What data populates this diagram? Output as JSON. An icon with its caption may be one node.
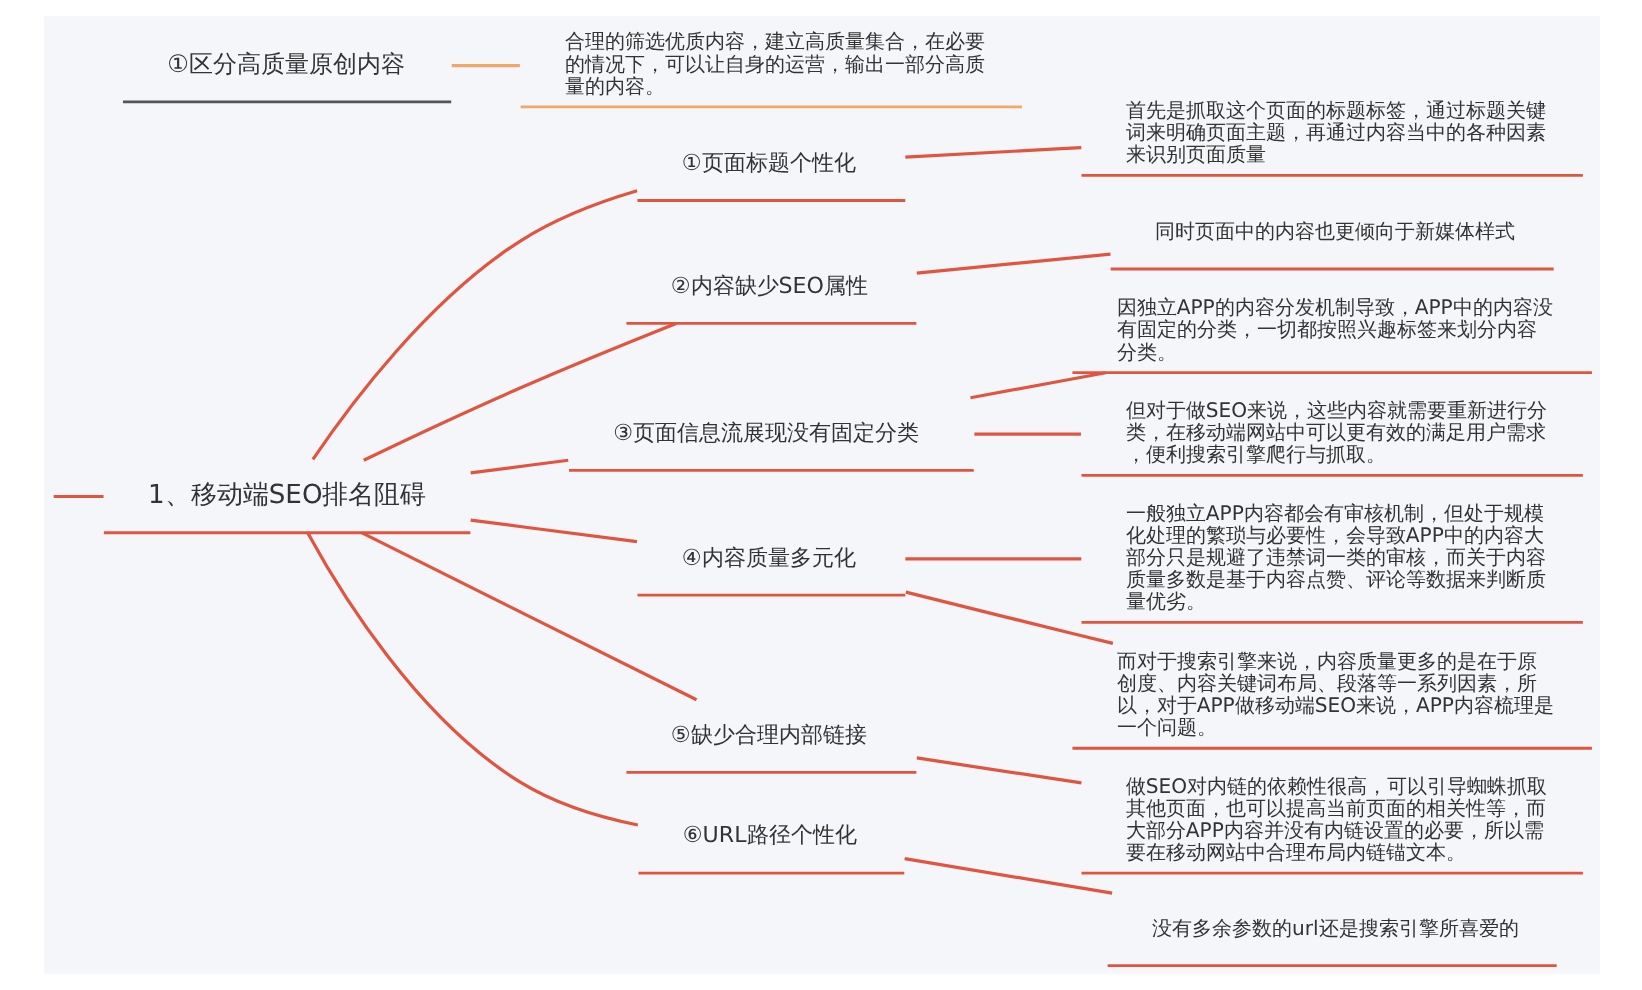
{
  "diagram": {
    "nodes": [
      {
        "text": [
          "1、移动端SEO排名阻碍"
        ]
      },
      {
        "text": [
          "①页面标题个性化"
        ]
      },
      {
        "text": [
          "首先是抓取这个页面的标题标签，通过标题关键词来明确页面主题，再通过内容当中的各种因素来识别页面质量"
        ]
      },
      {
        "text": [
          "②内容缺少SEO属性"
        ]
      },
      {
        "text": [
          "同时页面中的内容也更倾向于新媒体样式"
        ]
      },
      {
        "text": [
          "③页面信息流展现没有固定分类"
        ]
      },
      {
        "text": [
          "因独立APP的内容分发机制导致，APP中的内容没有固定的分类，一切都按照兴趣标签来划分内容分类。"
        ]
      },
      {
        "text": [
          "但对于做SEO来说，这些内容就需要重新进行分类，在移动端网站中可以更有效的满足用户需求，便利搜索引擎爬行与抓取。"
        ]
      },
      {
        "text": [
          "④内容质量多元化"
        ]
      },
      {
        "text": [
          "一般独立APP内容都会有审核机制，但处于规模化处理的繁琐与必要性，会导致APP中的内容大部分只是规避了违禁词一类的审核，而关于内容质量多数是基于内容点赞、评论等数据来判断质量优劣。"
        ]
      },
      {
        "text": [
          "而对于搜索引擎来说，内容质量更多的是在于原创度、内容关键词布局、段落等一系列因素，所以，对于APP做移动端SEO来说，APP内容梳理是一个问题。"
        ]
      },
      {
        "text": [
          "⑤缺少合理内部链接"
        ]
      },
      {
        "text": [
          "做SEO对内链的依赖性很高，可以引导蜘蛛抓取其他页面，也可以提高当前页面的相关性等，而大部分APP内容并没有内链设置的必要，所以需要在移动网站中合理布局内链锚文本。"
        ]
      },
      {
        "text": [
          "⑥URL路径个性化"
        ]
      },
      {
        "text": [
          "没有多余参数的url还是搜索引擎所喜爱的"
        ]
      },
      {
        "text": [
          "①区分高质量原创内容"
        ]
      },
      {
        "text": [
          "合理的筛选优质内容，建立高质量集合，在必要的情况下，可以让自身的运营，输出一部分高质量的内容。"
        ]
      }
    ],
    "edges": [
      {
        "from": null,
        "to": 0,
        "arrow": "none"
      },
      {
        "from": 0,
        "to": 1,
        "arrow": "none"
      },
      {
        "from": 1,
        "to": 2,
        "arrow": "none"
      },
      {
        "from": 0,
        "to": 3,
        "arrow": "none"
      },
      {
        "from": 3,
        "to": 4,
        "arrow": "none"
      },
      {
        "from": 0,
        "to": 5,
        "arrow": "none"
      },
      {
        "from": 5,
        "to": 6,
        "arrow": "none"
      },
      {
        "from": 5,
        "to": 7,
        "arrow": "none"
      },
      {
        "from": 0,
        "to": 8,
        "arrow": "none"
      },
      {
        "from": 8,
        "to": 9,
        "arrow": "none"
      },
      {
        "from": 8,
        "to": 10,
        "arrow": "none"
      },
      {
        "from": 0,
        "to": 11,
        "arrow": "none"
      },
      {
        "from": 11,
        "to": 12,
        "arrow": "none"
      },
      {
        "from": 0,
        "to": 13,
        "arrow": "none"
      },
      {
        "from": 13,
        "to": 14,
        "arrow": "none"
      },
      {
        "from": 15,
        "to": 16,
        "arrow": "none",
        "color": "#f0a868"
      }
    ]
  }
}
